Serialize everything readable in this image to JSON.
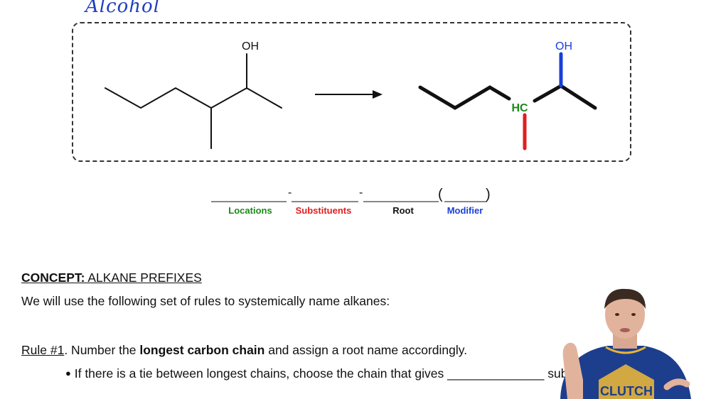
{
  "annotation": {
    "handwritten": "Alcohol"
  },
  "reaction": {
    "left_molecule": {
      "oh_label": "OH"
    },
    "right_molecule": {
      "oh_label": "OH",
      "hc_label": "HC"
    },
    "colors": {
      "locations": "#1a8a1a",
      "substituents": "#e01e1e",
      "root": "#111111",
      "modifier": "#1a3fd6"
    }
  },
  "name_template": {
    "dash1": "-",
    "dash2": "-",
    "paren_open": "(",
    "paren_close": ")",
    "labels": {
      "locations": "Locations",
      "substituents": "Substituents",
      "root": "Root",
      "modifier": "Modifier"
    }
  },
  "concept": {
    "prefix": "CONCEPT:",
    "title": " ALKANE PREFIXES",
    "intro": "We will use the following set of rules to systemically name alkanes:"
  },
  "rule1": {
    "label": "Rule #1",
    "after_label": ". Number the ",
    "bold": "longest carbon chain",
    "rest": " and assign a root name accordingly."
  },
  "bullet": {
    "marker": "●",
    "text": "If there is a tie between longest chains, choose the chain that gives",
    "blank": "______________",
    "trailing": "subs"
  },
  "presenter": {
    "shirt_text": "CLUTCH"
  }
}
